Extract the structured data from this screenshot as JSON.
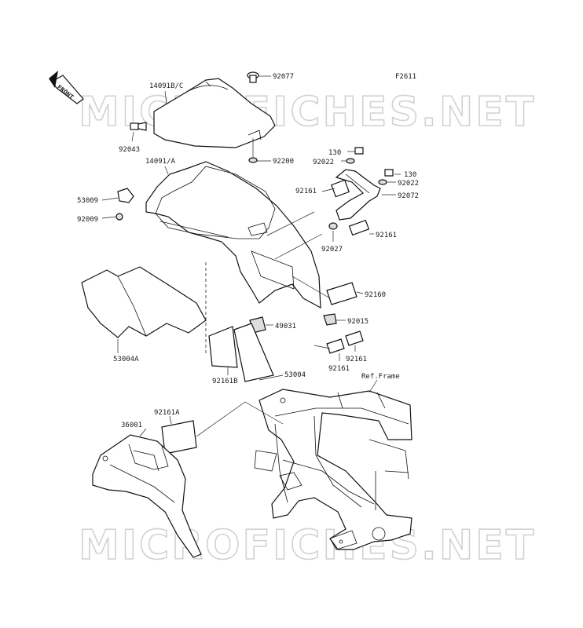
{
  "diagram_code": "F2611",
  "front_arrow": "FRONT",
  "watermark": "MICROFICHES.NET",
  "ref_frame": "Ref.Frame",
  "labels": {
    "p14091bc": "14091B/C",
    "p92077": "92077",
    "p92043": "92043",
    "p92200": "92200",
    "p14091a": "14091/A",
    "p130a": "130",
    "p92022a": "92022",
    "p130b": "130",
    "p92022b": "92022",
    "p92161a": "92161",
    "p92072": "92072",
    "p53009": "53009",
    "p92009": "92009",
    "p92161b": "92161",
    "p92027": "92027",
    "p92160": "92160",
    "p92015": "92015",
    "p49031": "49031",
    "p53004a": "53004A",
    "p92161c": "92161",
    "p92161d": "92161",
    "p92161B": "92161B",
    "p53004": "53004",
    "p92161A": "92161A",
    "p36001": "36001"
  }
}
